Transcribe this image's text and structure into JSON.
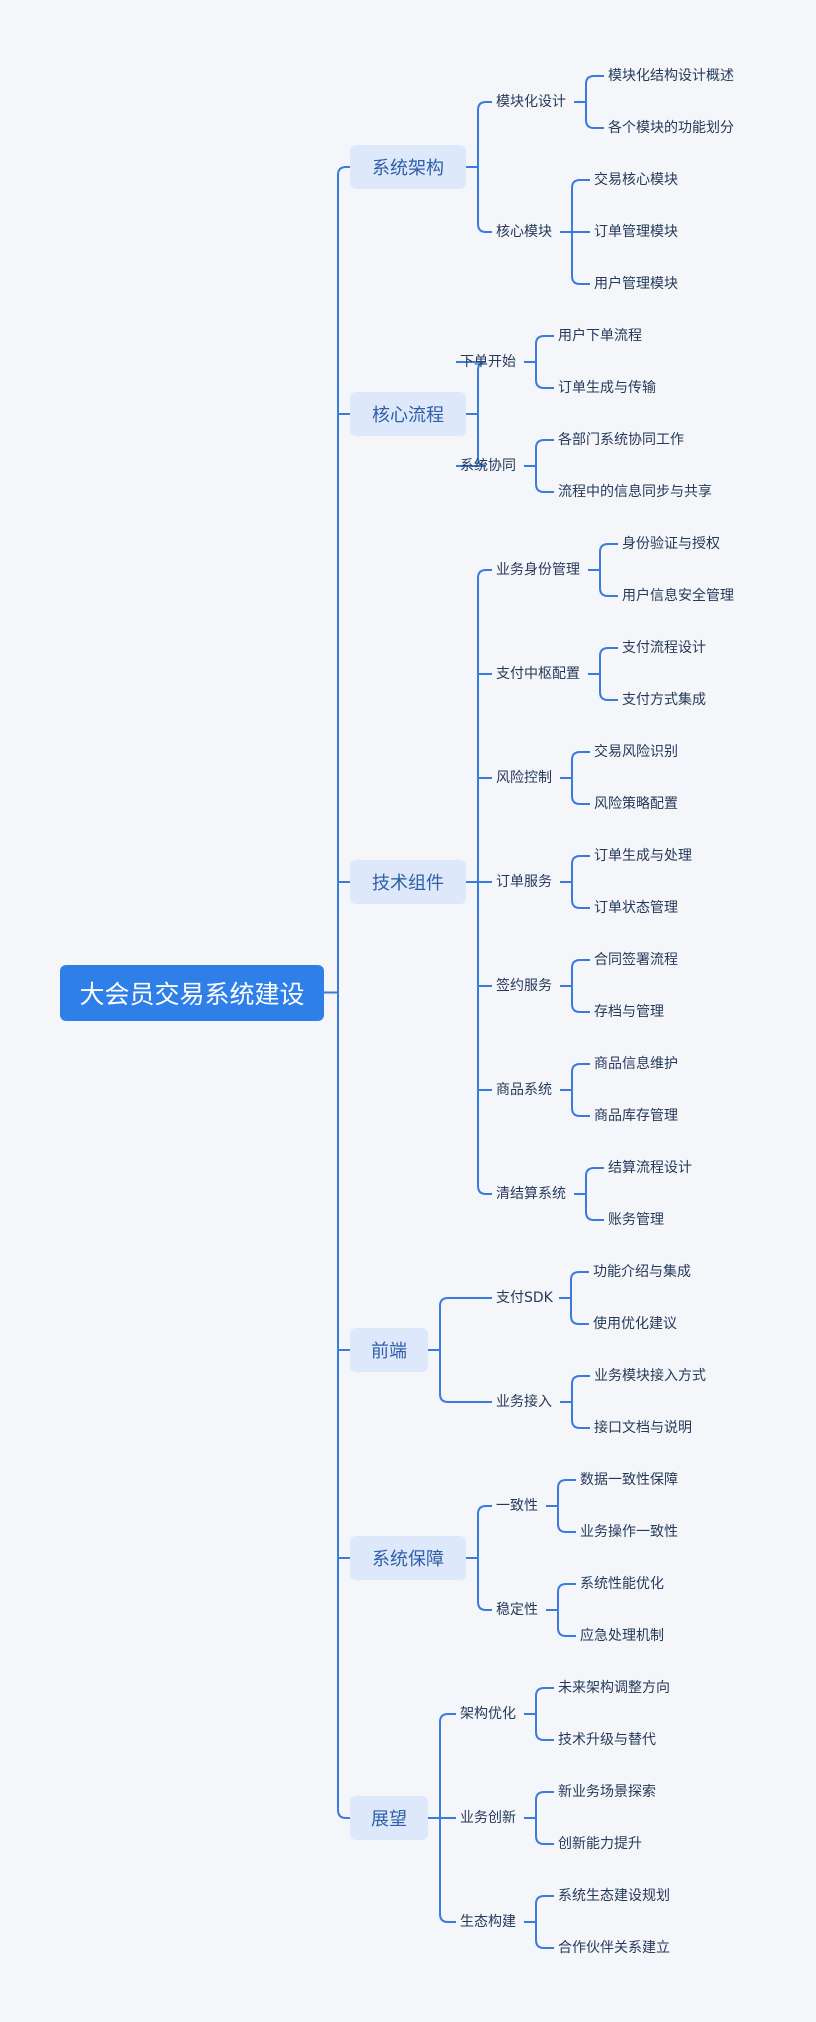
{
  "root": "大会员交易系统建设",
  "line_color": "#3a7be0",
  "branches": [
    {
      "label": "系统架构",
      "children": [
        {
          "label": "模块化设计",
          "children": [
            "模块化结构设计概述",
            "各个模块的功能划分"
          ]
        },
        {
          "label": "核心模块",
          "children": [
            "交易核心模块",
            "订单管理模块",
            "用户管理模块"
          ]
        }
      ]
    },
    {
      "label": "核心流程",
      "children": [
        {
          "label": "下单开始",
          "children": [
            "用户下单流程",
            "订单生成与传输"
          ]
        },
        {
          "label": "系统协同",
          "children": [
            "各部门系统协同工作",
            "流程中的信息同步与共享"
          ]
        }
      ]
    },
    {
      "label": "技术组件",
      "children": [
        {
          "label": "业务身份管理",
          "children": [
            "身份验证与授权",
            "用户信息安全管理"
          ]
        },
        {
          "label": "支付中枢配置",
          "children": [
            "支付流程设计",
            "支付方式集成"
          ]
        },
        {
          "label": "风险控制",
          "children": [
            "交易风险识别",
            "风险策略配置"
          ]
        },
        {
          "label": "订单服务",
          "children": [
            "订单生成与处理",
            "订单状态管理"
          ]
        },
        {
          "label": "签约服务",
          "children": [
            "合同签署流程",
            "存档与管理"
          ]
        },
        {
          "label": "商品系统",
          "children": [
            "商品信息维护",
            "商品库存管理"
          ]
        },
        {
          "label": "清结算系统",
          "children": [
            "结算流程设计",
            "账务管理"
          ]
        }
      ]
    },
    {
      "label": "前端",
      "children": [
        {
          "label": "支付SDK",
          "children": [
            "功能介绍与集成",
            "使用优化建议"
          ]
        },
        {
          "label": "业务接入",
          "children": [
            "业务模块接入方式",
            "接口文档与说明"
          ]
        }
      ]
    },
    {
      "label": "系统保障",
      "children": [
        {
          "label": "一致性",
          "children": [
            "数据一致性保障",
            "业务操作一致性"
          ]
        },
        {
          "label": "稳定性",
          "children": [
            "系统性能优化",
            "应急处理机制"
          ]
        }
      ]
    },
    {
      "label": "展望",
      "children": [
        {
          "label": "架构优化",
          "children": [
            "未来架构调整方向",
            "技术升级与替代"
          ]
        },
        {
          "label": "业务创新",
          "children": [
            "新业务场景探索",
            "创新能力提升"
          ]
        },
        {
          "label": "生态构建",
          "children": [
            "系统生态建设规划",
            "合作伙伴关系建立"
          ]
        }
      ]
    }
  ]
}
